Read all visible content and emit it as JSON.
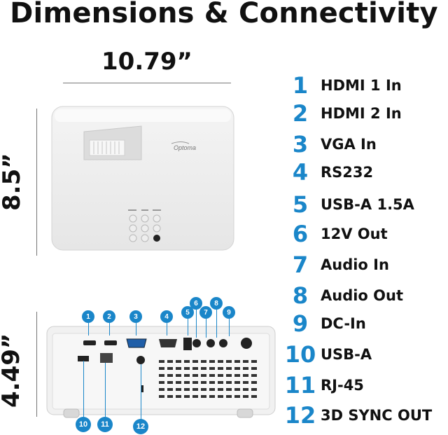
{
  "title": "Dimensions & Connectivity",
  "dimensions": {
    "width": "10.79”",
    "depth": "8.5”",
    "height": "4.49”"
  },
  "logo_text": "Optoma",
  "ports": [
    {
      "num": "1",
      "label": "HDMI 1 In"
    },
    {
      "num": "2",
      "label": "HDMI 2 In"
    },
    {
      "num": "3",
      "label": "VGA In"
    },
    {
      "num": "4",
      "label": "RS232"
    },
    {
      "num": "5",
      "label": "USB-A 1.5A"
    },
    {
      "num": "6",
      "label": "12V Out"
    },
    {
      "num": "7",
      "label": "Audio In"
    },
    {
      "num": "8",
      "label": "Audio Out"
    },
    {
      "num": "9",
      "label": "DC-In"
    },
    {
      "num": "10",
      "label": "USB-A"
    },
    {
      "num": "11",
      "label": "RJ-45"
    },
    {
      "num": "12",
      "label": "3D SYNC OUT"
    }
  ],
  "colors": {
    "accent": "#1a86c9"
  }
}
